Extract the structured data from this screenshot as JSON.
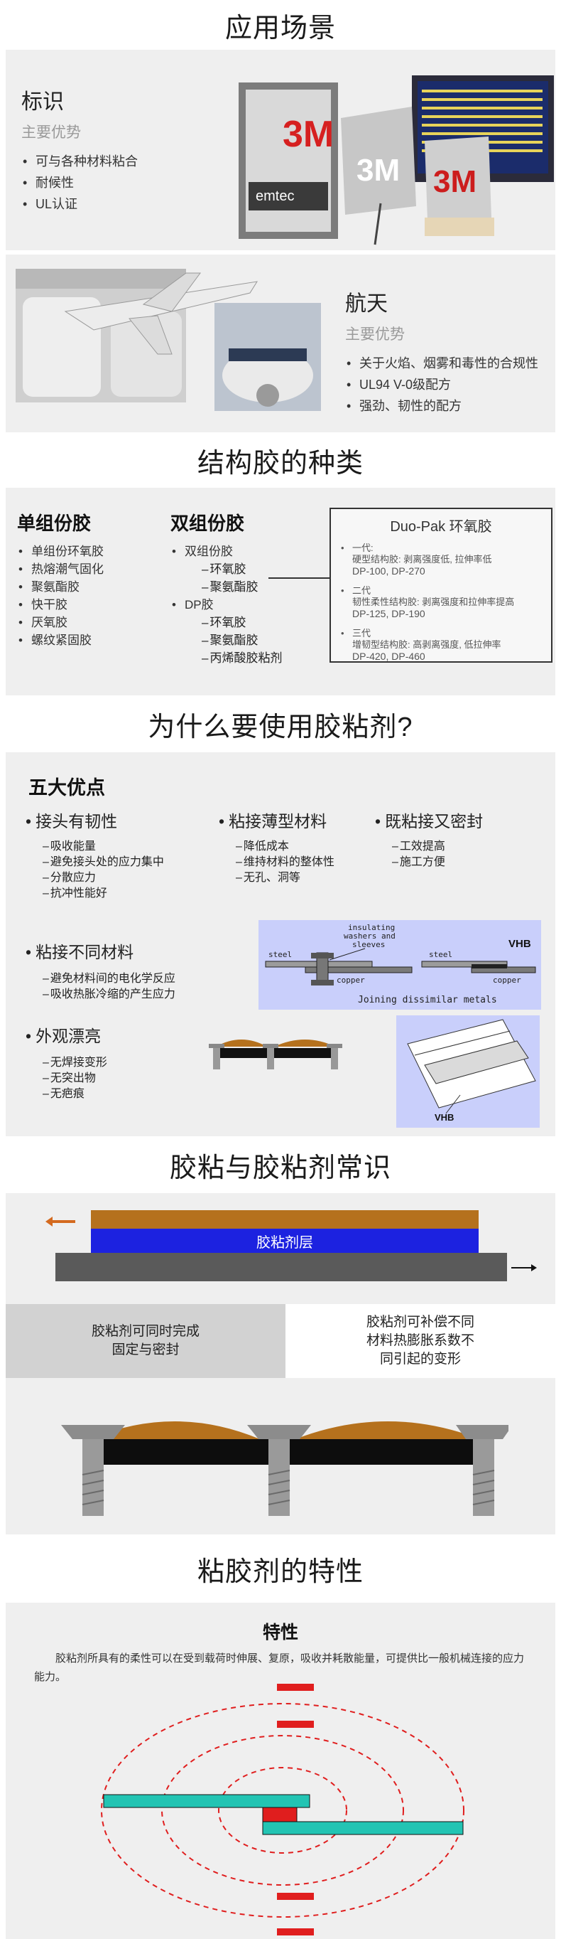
{
  "scenes": {
    "title": "应用场景",
    "signage": {
      "title": "标识",
      "subtitle": "主要优势",
      "items": [
        "可与各种材料粘合",
        "耐候性",
        "UL认证"
      ],
      "logo_text": "3M",
      "sign_text": "emtec"
    },
    "aerospace": {
      "title": "航天",
      "subtitle": "主要优势",
      "items": [
        "关于火焰、烟雾和毒性的合规性",
        "UL94 V-0级配方",
        "强劲、韧性的配方"
      ]
    }
  },
  "types": {
    "title": "结构胶的种类",
    "single": {
      "heading": "单组份胶",
      "items": [
        "单组份环氧胶",
        "热熔潮气固化",
        "聚氨酯胶",
        "快干胶",
        "厌氧胶",
        "螺纹紧固胶"
      ]
    },
    "two": {
      "heading": "双组份胶",
      "item1": "双组份胶",
      "item1_subs": [
        "环氧胶",
        "聚氨酯胶"
      ],
      "item2": "DP胶",
      "item2_subs": [
        "环氧胶",
        "聚氨酯胶",
        "丙烯酸胶粘剂"
      ]
    },
    "duo": {
      "title": "Duo-Pak 环氧胶",
      "gens": [
        {
          "label": "一代:",
          "desc": "硬型结构胶: 剥离强度低, 拉伸率低",
          "models": "DP-100, DP-270"
        },
        {
          "label": "二代",
          "desc": "韧性柔性结构胶: 剥离强度和拉伸率提高",
          "models": "DP-125, DP-190"
        },
        {
          "label": "三代",
          "desc": "增韧型结构胶: 高剥离强度, 低拉伸率",
          "models": "DP-420, DP-460"
        }
      ]
    }
  },
  "why": {
    "title": "为什么要使用胶粘剂?",
    "heading": "五大优点",
    "adv1": {
      "title": "接头有韧性",
      "items": [
        "吸收能量",
        "避免接头处的应力集中",
        "分散应力",
        "抗冲性能好"
      ]
    },
    "adv2": {
      "title": "粘接薄型材料",
      "items": [
        "降低成本",
        "维持材料的整体性",
        "无孔、洞等"
      ]
    },
    "adv3": {
      "title": "既粘接又密封",
      "items": [
        "工效提高",
        "施工方便"
      ]
    },
    "adv4": {
      "title": "粘接不同材料",
      "items": [
        "避免材料间的电化学反应",
        "吸收热胀冷缩的产生应力"
      ]
    },
    "adv5": {
      "title": "外观漂亮",
      "items": [
        "无焊接变形",
        "无突出物",
        "无疤痕"
      ]
    },
    "diagram": {
      "insulating": "insulating",
      "washers": "washers and",
      "sleeves": "sleeves",
      "steel_left": "steel",
      "copper_left": "copper",
      "steel_right": "steel",
      "copper_right": "copper",
      "vhb": "VHB",
      "caption": "Joining dissimilar metals",
      "vhb2": "VHB"
    }
  },
  "knowledge": {
    "title": "胶粘与胶粘剂常识",
    "layer_label": "胶粘剂层",
    "left_card": [
      "胶粘剂可同时完成",
      "固定与密封"
    ],
    "right_card": [
      "胶粘剂可补偿不同",
      "材料热膨胀系数不",
      "同引起的变形"
    ]
  },
  "properties": {
    "title": "粘胶剂的特性",
    "heading": "特性",
    "paragraph": "胶粘剂所具有的柔性可以在受到载荷时伸展、复原，吸收并耗散能量，可提供比一般机械连接的应力能力。"
  },
  "colors": {
    "panel": "#efefef",
    "brown": "#b5711d",
    "blue": "#1c22e0",
    "dark_plate": "#5a5a5a",
    "arrow": "#d46a1f",
    "teal": "#23c4b3",
    "red": "#e01e1e",
    "diagram_bg": "#c9cffb"
  }
}
